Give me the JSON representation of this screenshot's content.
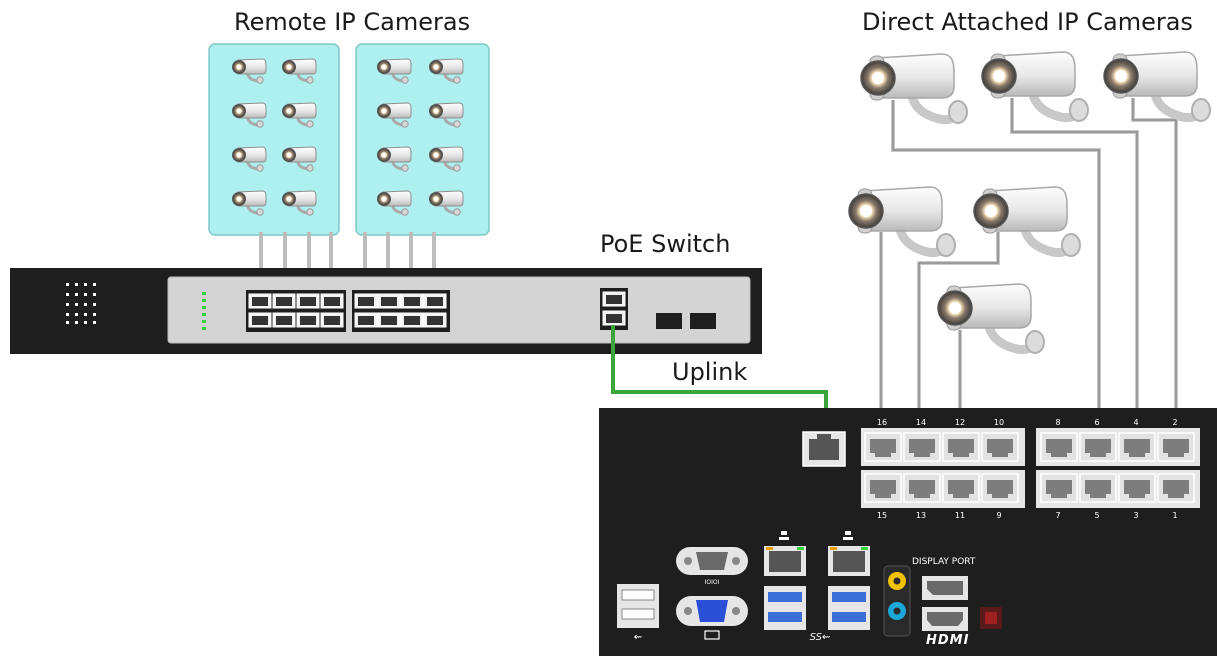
{
  "labels": {
    "remote_cameras": "Remote IP Cameras",
    "direct_cameras": "Direct Attached IP Cameras",
    "poe_switch": "PoE Switch",
    "uplink": "Uplink",
    "display_port": "DISPLAY PORT",
    "hdmi": "HDMI"
  },
  "nvr_port_numbers": {
    "top": [
      "16",
      "14",
      "12",
      "10",
      "8",
      "6",
      "4",
      "2"
    ],
    "bottom": [
      "15",
      "13",
      "11",
      "9",
      "7",
      "5",
      "3",
      "1"
    ]
  },
  "colors": {
    "device_body": "#1e1e1e",
    "switch_panel": "#d4d4d4",
    "camera_group_bg": "#aef0f0",
    "uplink_cable": "#3aa63a",
    "camera_cable": "#d0d0d0",
    "audio_out": "#f2c200",
    "audio_in": "#1aa8d8",
    "vga": "#2a4fd6",
    "usb3": "#3a6fd8"
  },
  "icons": {
    "camera": "cctv-camera-icon",
    "rj45": "ethernet-port-icon",
    "usb": "usb-icon",
    "serial": "serial-port-icon",
    "vga": "vga-icon"
  }
}
